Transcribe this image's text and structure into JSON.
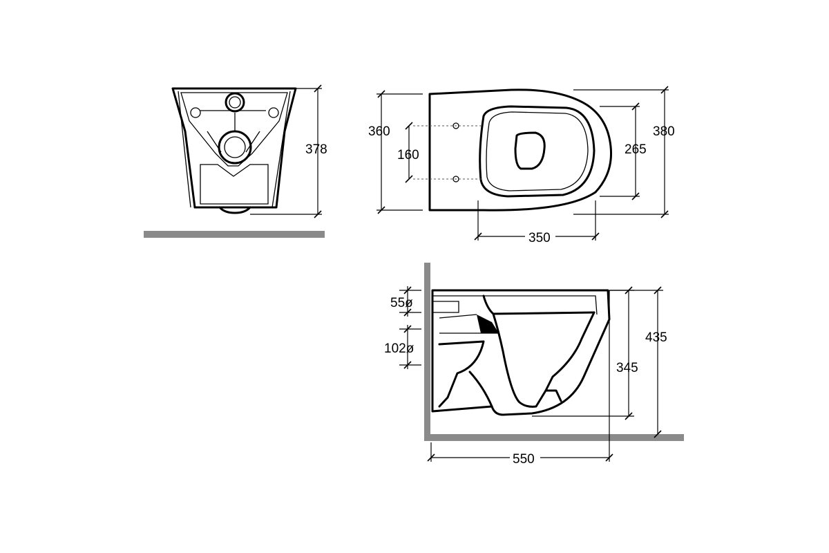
{
  "dimensions": {
    "front_height": "378",
    "top_depth_left": "360",
    "fixing_spacing": "160",
    "seat_inner_length": "265",
    "top_depth_right": "380",
    "seat_width": "350",
    "waste_pipe_55": "55ø",
    "waste_pipe_102": "102ø",
    "bowl_height": "345",
    "total_height": "435",
    "total_length": "550"
  },
  "colors": {
    "line": "#000000",
    "floor": "#8a8a8a",
    "background": "#ffffff"
  }
}
